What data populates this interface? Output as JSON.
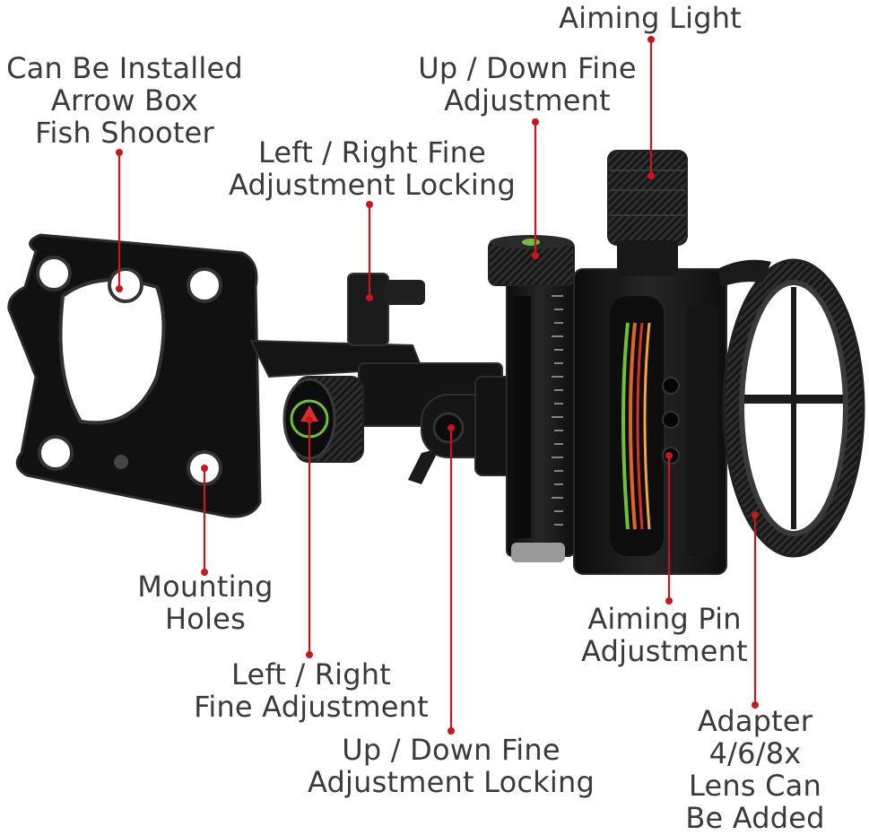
{
  "colors": {
    "leader": "#c8161d",
    "text": "#3a3a3a",
    "metal": "#141414",
    "metal_hi": "#3c3c3c",
    "fiber_green": "#6fbf3a",
    "fiber_orange": "#e0642a",
    "fiber_red": "#d6322b"
  },
  "labels": {
    "aiming_light": [
      "Aiming Light"
    ],
    "up_down_fine": [
      "Up / Down Fine",
      "Adjustment"
    ],
    "installed": [
      "Can Be Installed",
      "Arrow Box",
      "Fish Shooter"
    ],
    "lr_locking": [
      "Left / Right Fine",
      "Adjustment Locking"
    ],
    "mounting": [
      "Mounting",
      "Holes"
    ],
    "lr_fine": [
      "Left / Right",
      "Fine Adjustment"
    ],
    "ud_locking": [
      "Up / Down Fine",
      "Adjustment Locking"
    ],
    "aiming_pin": [
      "Aiming Pin",
      "Adjustment"
    ],
    "adapter": [
      "Adapter",
      "4/6/8x",
      "Lens Can",
      "Be Added"
    ]
  },
  "icons": {
    "product": "bow-sight-icon",
    "knob": "knurled-knob-icon"
  }
}
